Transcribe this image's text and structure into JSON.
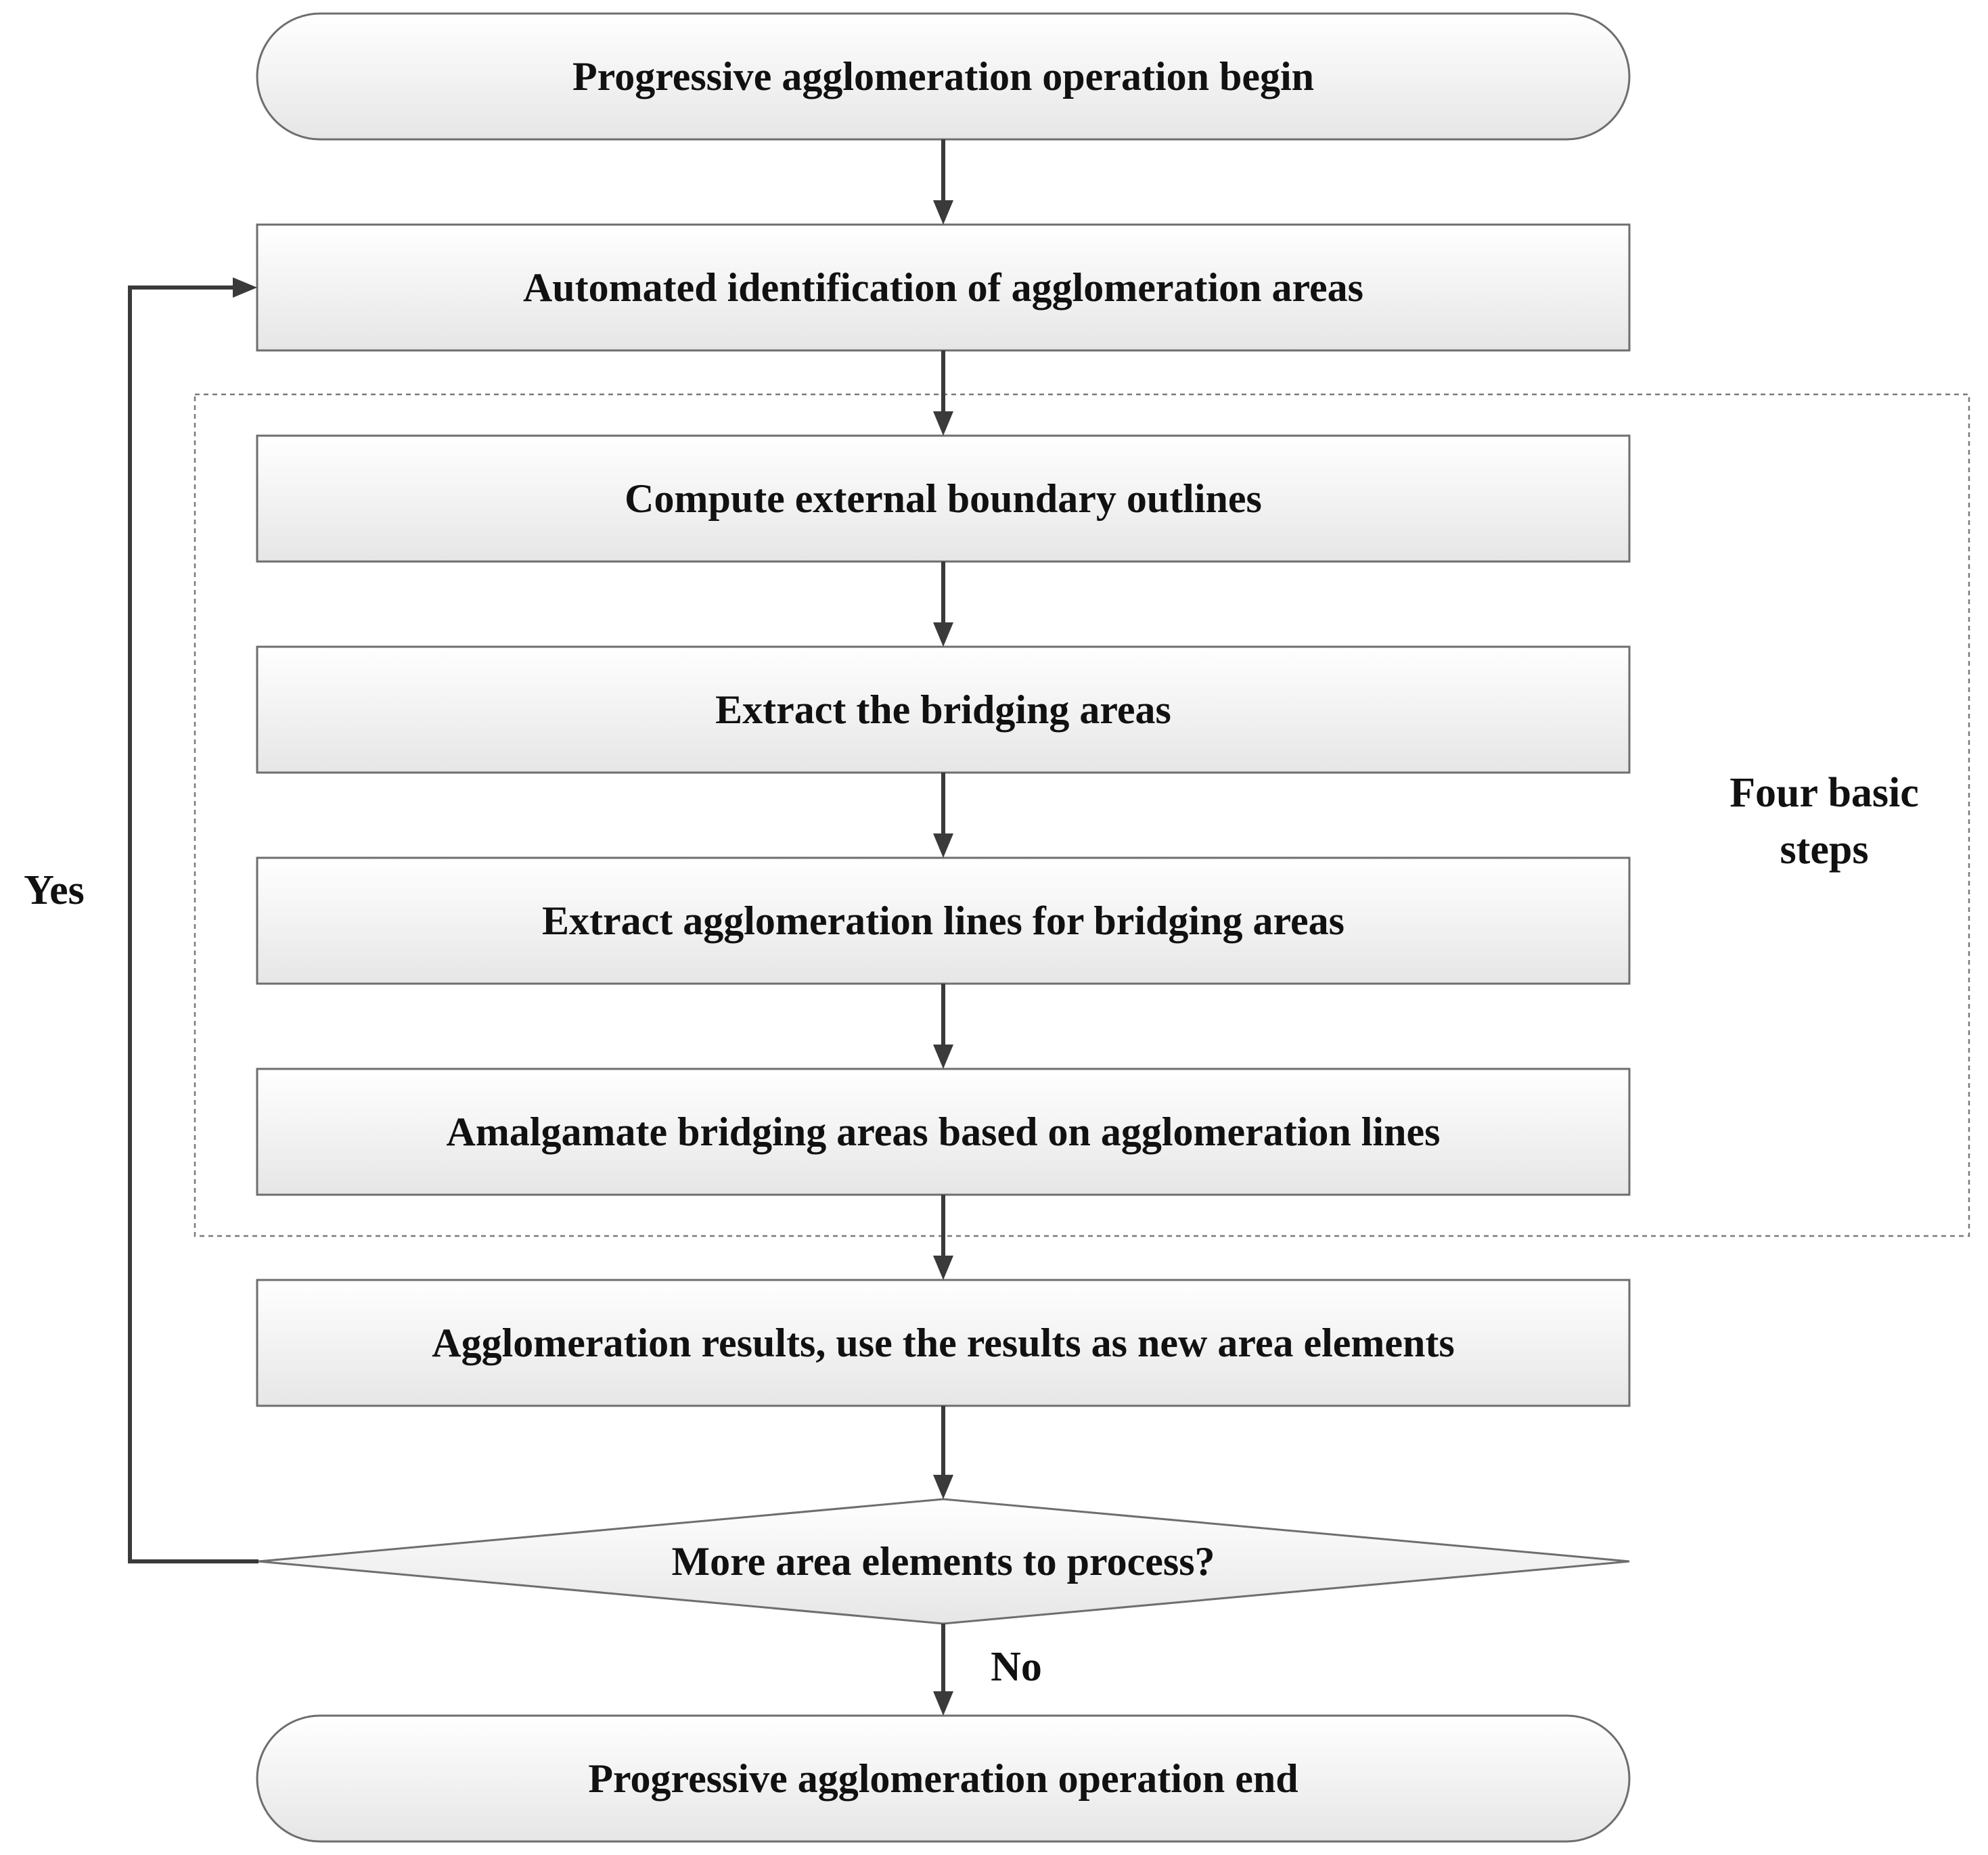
{
  "diagram": {
    "start": "Progressive agglomeration operation begin",
    "identify": "Automated identification of agglomeration areas",
    "step1": "Compute external boundary outlines",
    "step2": "Extract the bridging areas",
    "step3": "Extract agglomeration lines for bridging areas",
    "step4": "Amalgamate bridging areas based on agglomeration lines",
    "results": "Agglomeration results, use the results as new area elements",
    "decision": "More area elements to process?",
    "end": "Progressive agglomeration operation end",
    "group_label_line1": "Four basic",
    "group_label_line2": "steps",
    "yes_label": "Yes",
    "no_label": "No"
  },
  "colors": {
    "node_fill_top": "#ffffff",
    "node_fill_bottom": "#e8e8e8",
    "stroke": "#6e6e6e",
    "arrow": "#3a3a3a",
    "text": "#111111"
  }
}
